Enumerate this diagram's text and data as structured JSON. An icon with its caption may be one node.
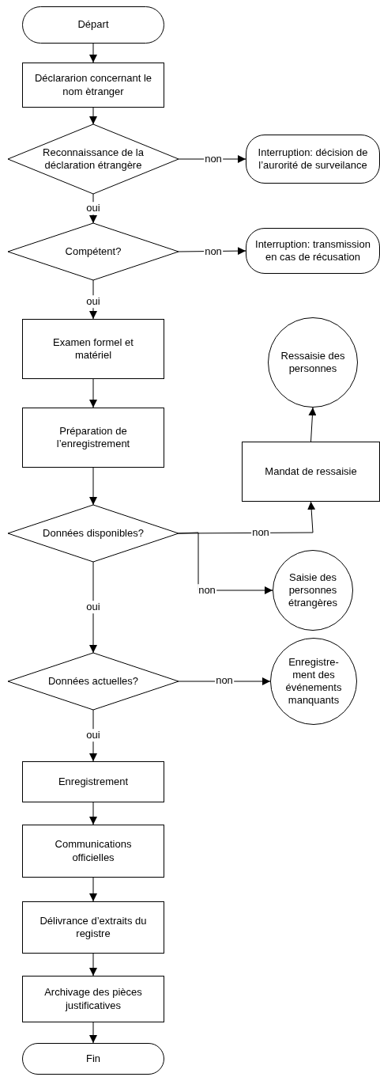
{
  "diagram": {
    "nodes": [
      {
        "text": [
          "Départ"
        ]
      },
      {
        "text": [
          "Déclararion concernant le nom ètranger"
        ]
      },
      {
        "text": [
          "Reconnaissance de la déclaration étrangère"
        ]
      },
      {
        "text": [
          "Interruption: décision de l’aurorité de surveilance"
        ]
      },
      {
        "text": [
          "Compétent?"
        ]
      },
      {
        "text": [
          "Interruption: transmission en cas de récusation"
        ]
      },
      {
        "text": [
          "Examen formel et matériel"
        ]
      },
      {
        "text": [
          "Préparation de l’enregistrement"
        ]
      },
      {
        "text": [
          "Données disponibles?"
        ]
      },
      {
        "text": [
          "Mandat de ressaisie"
        ]
      },
      {
        "text": [
          "Ressaisie des personnes"
        ]
      },
      {
        "text": [
          "Saisie des personnes étrangères"
        ]
      },
      {
        "text": [
          "Données actuelles?"
        ]
      },
      {
        "text": [
          "Enregistre-ment des événements manquants"
        ]
      },
      {
        "text": [
          "Enregistrement"
        ]
      },
      {
        "text": [
          "Communications officielles"
        ]
      },
      {
        "text": [
          "Délivrance d’extraits du registre"
        ]
      },
      {
        "text": [
          "Archivage des pièces justificatives"
        ]
      },
      {
        "text": [
          "Fin"
        ]
      }
    ],
    "edges": [
      {
        "from": 0,
        "to": 1,
        "arrow": "to"
      },
      {
        "from": 1,
        "to": 2,
        "arrow": "to"
      },
      {
        "from": 2,
        "to": 3,
        "arrow": "to",
        "label": "non"
      },
      {
        "from": 2,
        "to": 4,
        "arrow": "to",
        "label": "oui"
      },
      {
        "from": 4,
        "to": 5,
        "arrow": "to",
        "label": "non"
      },
      {
        "from": 4,
        "to": 6,
        "arrow": "to",
        "label": "oui"
      },
      {
        "from": 6,
        "to": 7,
        "arrow": "to"
      },
      {
        "from": 7,
        "to": 8,
        "arrow": "to"
      },
      {
        "from": 8,
        "to": 9,
        "arrow": "to",
        "label": "non"
      },
      {
        "from": 9,
        "to": 10,
        "arrow": "to"
      },
      {
        "from": 8,
        "to": 11,
        "arrow": "to",
        "label": "non"
      },
      {
        "from": 8,
        "to": 12,
        "arrow": "to",
        "label": "oui"
      },
      {
        "from": 12,
        "to": 13,
        "arrow": "to",
        "label": "non"
      },
      {
        "from": 12,
        "to": 14,
        "arrow": "to",
        "label": "oui"
      },
      {
        "from": 14,
        "to": 15,
        "arrow": "to"
      },
      {
        "from": 15,
        "to": 16,
        "arrow": "to"
      },
      {
        "from": 16,
        "to": 17,
        "arrow": "to"
      },
      {
        "from": 17,
        "to": 18,
        "arrow": "to"
      }
    ]
  }
}
